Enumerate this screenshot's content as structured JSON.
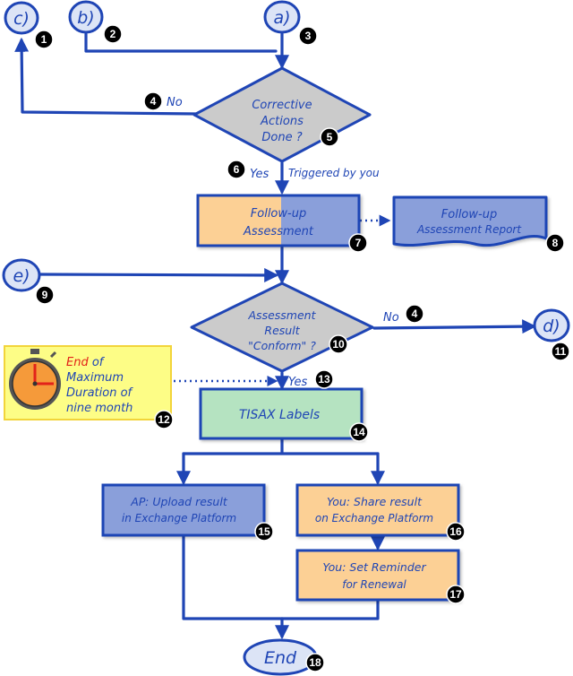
{
  "colors": {
    "ink": "#1f45b5",
    "orange": "#fcd095",
    "blue_fill": "#8a9fda",
    "gray": "#cbcbcb",
    "green": "#b5e3c1",
    "yellow": "#fdfd86",
    "connector_pale": "#dce4f6",
    "badge": "#000000",
    "clock_face": "#f59a3a",
    "clock_red": "#e2231a"
  },
  "connectors": {
    "a": "a)",
    "b": "b)",
    "c": "c)",
    "d": "d)",
    "e": "e)",
    "end": "End"
  },
  "decisions": {
    "corrective": [
      "Corrective",
      "Actions",
      "Done ?"
    ],
    "result": [
      "Assessment",
      "Result",
      "\"Conform\" ?"
    ]
  },
  "boxes": {
    "followup": [
      "Follow-up",
      "Assessment"
    ],
    "report": [
      "Follow-up",
      "Assessment Report"
    ],
    "tisax": "TISAX Labels",
    "ap_upload": [
      "AP: Upload result",
      "in Exchange Platform"
    ],
    "you_share": [
      "You: Share result",
      "on Exchange Platform"
    ],
    "you_remind": [
      "You: Set Reminder",
      "for Renewal"
    ]
  },
  "note": {
    "end_word": "End",
    "line1_rest": " of",
    "line2": "Maximum",
    "line3": "Duration of",
    "line4": "nine month"
  },
  "labels": {
    "no_left": "No",
    "yes_top": "Yes",
    "triggered": "Triggered by you",
    "no_right": "No",
    "yes_bottom": "Yes"
  },
  "badges": [
    "1",
    "2",
    "3",
    "4",
    "5",
    "6",
    "7",
    "8",
    "9",
    "4",
    "10",
    "11",
    "12",
    "13",
    "14",
    "15",
    "16",
    "17",
    "18"
  ]
}
